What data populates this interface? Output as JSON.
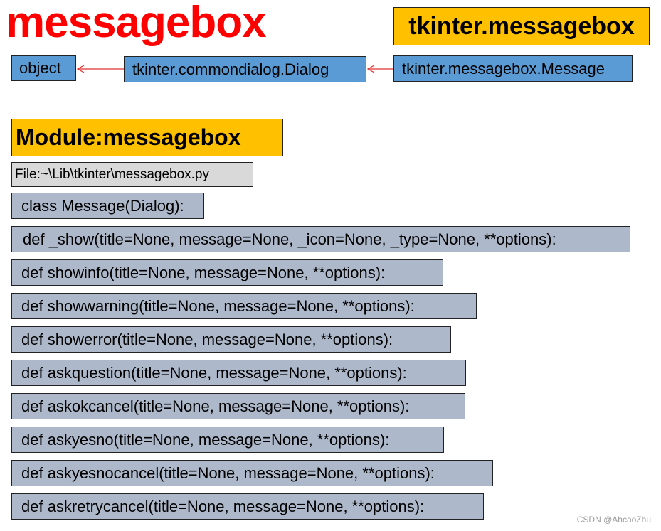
{
  "title": "messagebox",
  "module_label": "tkinter.messagebox",
  "hierarchy": {
    "base": "object",
    "parent": "tkinter.commondialog.Dialog",
    "child": "tkinter.messagebox.Message"
  },
  "module_heading": "Module:messagebox",
  "file_path": "File:~\\Lib\\tkinter\\messagebox.py",
  "class_def": "class Message(Dialog):",
  "functions": [
    "def _show(title=None, message=None, _icon=None, _type=None, **options):",
    "def showinfo(title=None, message=None, **options):",
    "def showwarning(title=None, message=None, **options):",
    "def showerror(title=None, message=None, **options):",
    "def askquestion(title=None, message=None, **options):",
    "def askokcancel(title=None, message=None, **options):",
    "def askyesno(title=None, message=None, **options):",
    "def askyesnocancel(title=None, message=None, **options):",
    "def askretrycancel(title=None, message=None, **options):"
  ],
  "watermark": "CSDN @AhcaoZhu",
  "colors": {
    "title": "#ff0000",
    "module_label_bg": "#ffc000",
    "class_box_bg": "#5b9bd5",
    "file_box_bg": "#d9d9d9",
    "code_box_bg": "#adb9ca",
    "arrow": "#e03030"
  }
}
